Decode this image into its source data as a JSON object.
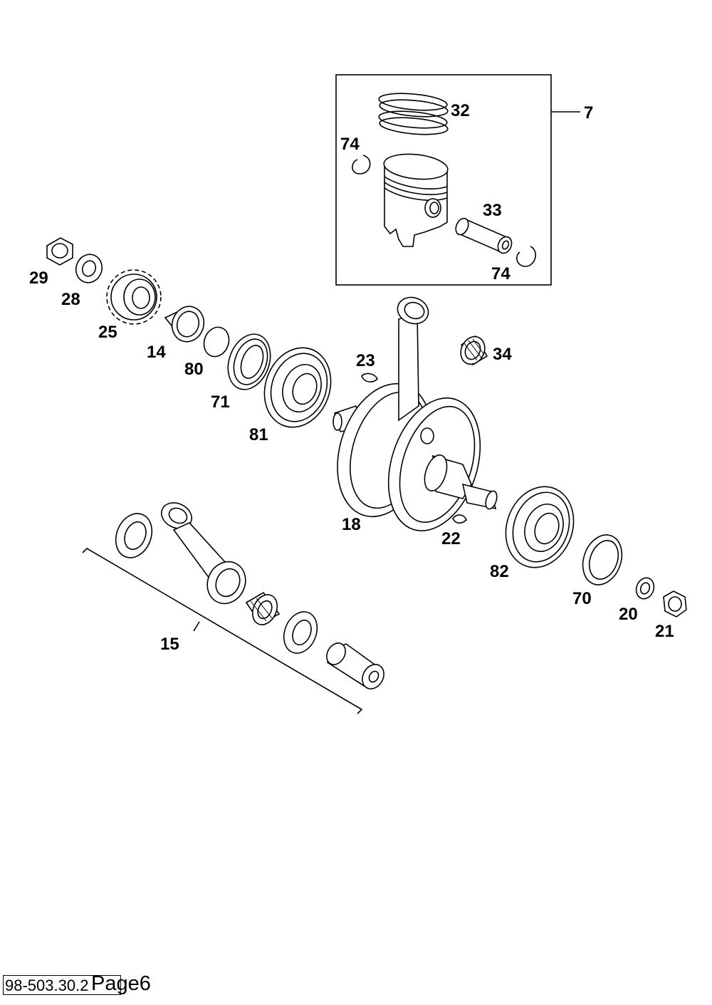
{
  "footer": {
    "document_number": "98-503.30.2",
    "page_label": "Page6"
  },
  "part_labels": {
    "piston_kit": "7",
    "piston_rings": "32",
    "circlip_top": "74",
    "piston_pin": "33",
    "circlip_bottom": "74",
    "nut_29": "29",
    "washer_28": "28",
    "gear_25": "25",
    "bushing_14": "14",
    "o_ring_80": "80",
    "seal_71": "71",
    "bearing_81": "81",
    "key_23": "23",
    "needle_bearing_34": "34",
    "crankshaft_18": "18",
    "key_22": "22",
    "bearing_82": "82",
    "seal_70": "70",
    "washer_20": "20",
    "nut_21": "21",
    "conrod_kit_15": "15"
  }
}
